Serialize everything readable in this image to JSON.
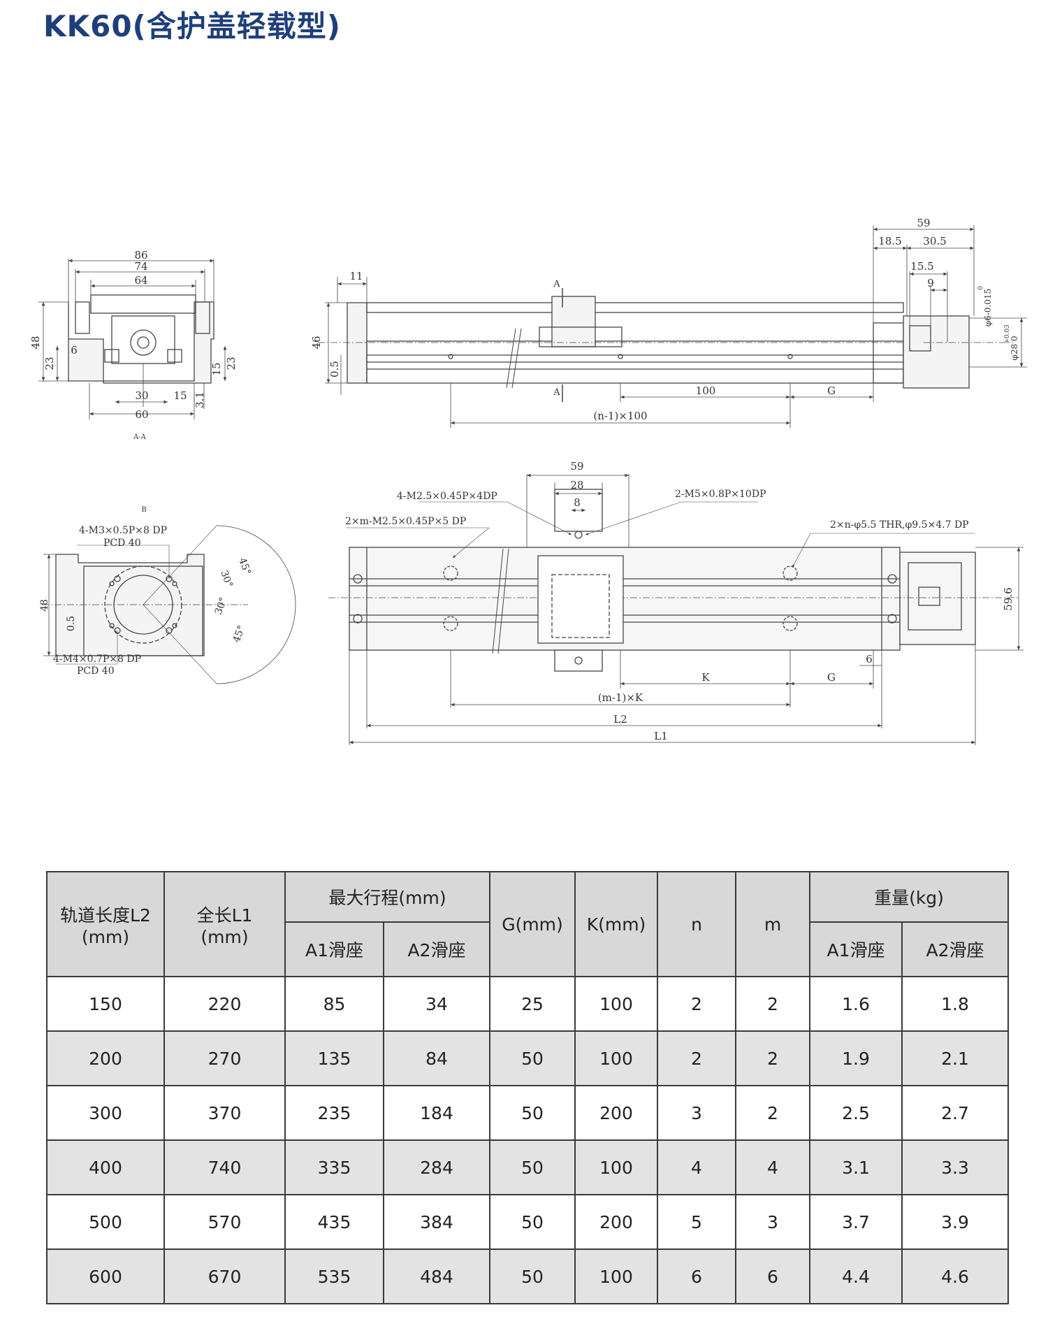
{
  "title": "KK60(含护盖轻载型)",
  "drawing": {
    "section_label": "A-A",
    "view_b_label": "B",
    "section_mark": "A",
    "front": {
      "w86": "86",
      "w74": "74",
      "w64": "64",
      "h48": "48",
      "h23": "23",
      "d6": "6",
      "d15": "15",
      "d23r": "23",
      "d30": "30",
      "d15b": "15",
      "d31": "3.1",
      "w60": "60"
    },
    "side": {
      "d11": "11",
      "h46": "46",
      "d05": "0.5",
      "d100": "100",
      "g": "G",
      "n_pitch": "(n-1)×100",
      "w59": "59",
      "d185": "18.5",
      "d305": "30.5",
      "d155": "15.5",
      "d9": "9",
      "shaft": "φ6-0.015",
      "shaft_tol": "0",
      "boss": "φ28 0",
      "boss_tol": "+0.03"
    },
    "view_b": {
      "m3": "4-M3×0.5P×8 DP",
      "pcd1": "PCD 40",
      "m4": "4-M4×0.7P×8 DP",
      "pcd2": "PCD 40",
      "a45a": "45°",
      "a30a": "30°",
      "a30b": "30°",
      "a45b": "45°",
      "h48": "48",
      "d05": "0.5"
    },
    "top": {
      "w59": "59",
      "w28": "28",
      "w8": "8",
      "m25_4": "4-M2.5×0.45P×4DP",
      "m5": "2-M5×0.8P×10DP",
      "m25_m": "2×m-M2.5×0.45P×5 DP",
      "thru": "2×n-φ5.5 THR,φ9.5×4.7 DP",
      "h596": "59.6",
      "d6": "6",
      "k": "K",
      "g": "G",
      "m_pitch": "(m-1)×K",
      "l2": "L2",
      "l1": "L1"
    }
  },
  "table": {
    "headers": {
      "rail_length": [
        "轨道长度L2",
        "(mm)"
      ],
      "total_length": [
        "全长L1",
        "(mm)"
      ],
      "max_stroke": "最大行程(mm)",
      "g": "G(mm)",
      "k": "K(mm)",
      "n": "n",
      "m": "m",
      "weight": "重量(kg)",
      "a1": "A1滑座",
      "a2": "A2滑座"
    },
    "rows": [
      [
        "150",
        "220",
        "85",
        "34",
        "25",
        "100",
        "2",
        "2",
        "1.6",
        "1.8"
      ],
      [
        "200",
        "270",
        "135",
        "84",
        "50",
        "100",
        "2",
        "2",
        "1.9",
        "2.1"
      ],
      [
        "300",
        "370",
        "235",
        "184",
        "50",
        "200",
        "3",
        "2",
        "2.5",
        "2.7"
      ],
      [
        "400",
        "740",
        "335",
        "284",
        "50",
        "100",
        "4",
        "4",
        "3.1",
        "3.3"
      ],
      [
        "500",
        "570",
        "435",
        "384",
        "50",
        "200",
        "5",
        "3",
        "3.7",
        "3.9"
      ],
      [
        "600",
        "670",
        "535",
        "484",
        "50",
        "100",
        "6",
        "6",
        "4.4",
        "4.6"
      ]
    ]
  }
}
